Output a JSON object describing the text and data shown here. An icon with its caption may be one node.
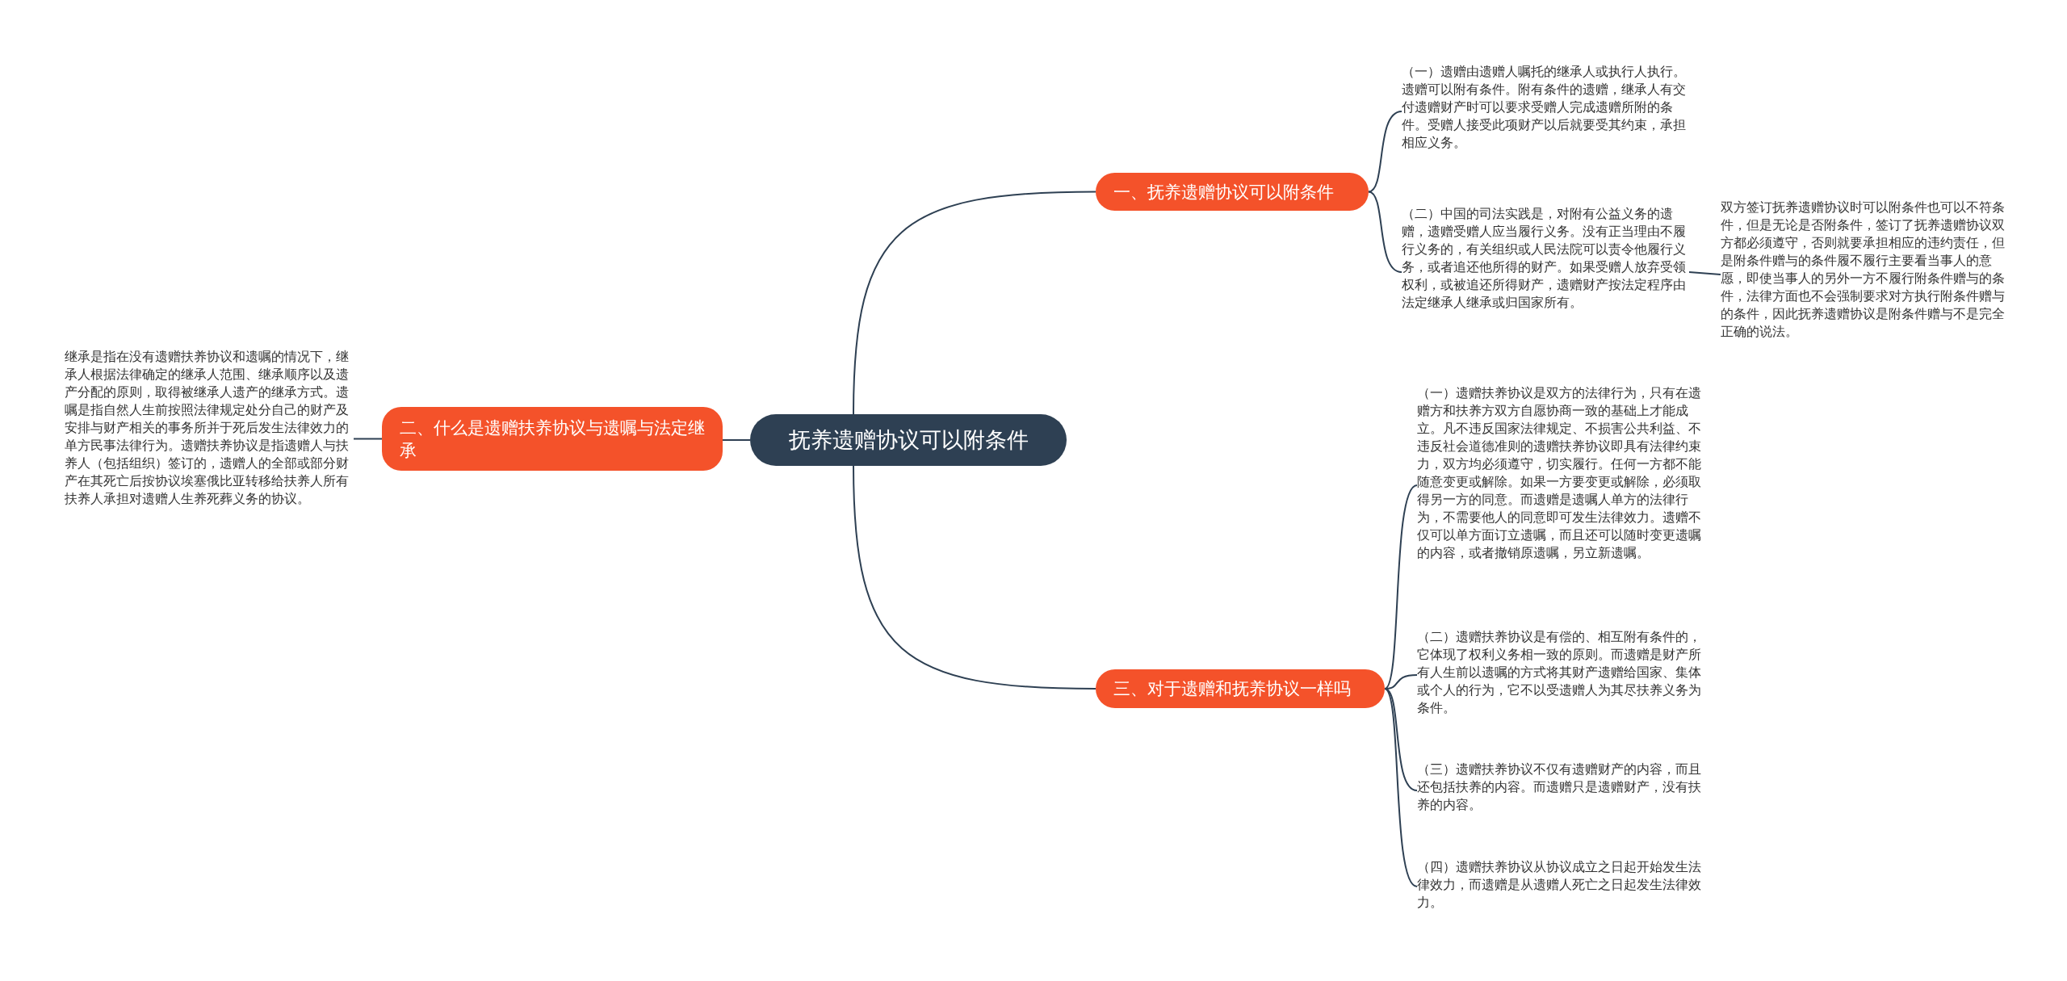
{
  "diagram": {
    "nodes": [
      {
        "text": [
          "抚养遗赠协议可以附条件"
        ]
      },
      {
        "text": [
          "一、抚养遗赠协议可以附条件"
        ]
      },
      {
        "text": [
          "二、什么是遗赠扶养协议与遗嘱与法定继承"
        ]
      },
      {
        "text": [
          "三、对于遗赠和抚养协议一样吗"
        ]
      },
      {
        "text": [
          "（一）遗赠由遗赠人嘱托的继承人或执行人执行。遗赠可以附有条件。附有条件的遗赠，继承人有交付遗赠财产时可以要求受赠人完成遗赠所附的条件。受赠人接受此项财产以后就要受其约束，承担相应义务。"
        ]
      },
      {
        "text": [
          "（二）中国的司法实践是，对附有公益义务的遗赠，遗赠受赠人应当履行义务。没有正当理由不履行义务的，有关组织或人民法院可以责令他履行义务，或者追还他所得的财产。如果受赠人放弃受领权利，或被追还所得财产，遗赠财产按法定程序由法定继承人继承或归国家所有。"
        ]
      },
      {
        "text": [
          "双方签订抚养遗赠协议时可以附条件也可以不符条件，但是无论是否附条件，签订了抚养遗赠协议双方都必须遵守，否则就要承担相应的违约责任，但是附条件赠与的条件履不履行主要看当事人的意愿，即使当事人的另外一方不履行附条件赠与的条件，法律方面也不会强制要求对方执行附条件赠与的条件，因此抚养遗赠协议是附条件赠与不是完全正确的说法。"
        ]
      },
      {
        "text": [
          "继承是指在没有遗赠扶养协议和遗嘱的情况下，继承人根据法律确定的继承人范围、继承顺序以及遗产分配的原则，取得被继承人遗产的继承方式。遗嘱是指自然人生前按照法律规定处分自己的财产及安排与财产相关的事务所并于死后发生法律效力的单方民事法律行为。遗赠扶养协议是指遗赠人与扶养人（包括组织）签订的，遗赠人的全部或部分财产在其死亡后按协议埃塞俄比亚转移给扶养人所有扶养人承担对遗赠人生养死葬义务的协议。"
        ]
      },
      {
        "text": [
          "（一）遗赠扶养协议是双方的法律行为，只有在遗赠方和扶养方双方自愿协商一致的基础上才能成立。凡不违反国家法律规定、不损害公共利益、不违反社会道德准则的遗赠扶养协议即具有法律约束力，双方均必须遵守，切实履行。任何一方都不能随意变更或解除。如果一方要变更或解除，必须取得另一方的同意。而遗赠是遗嘱人单方的法律行为，不需要他人的同意即可发生法律效力。遗赠不仅可以单方面订立遗嘱，而且还可以随时变更遗嘱的内容，或者撤销原遗嘱，另立新遗嘱。"
        ]
      },
      {
        "text": [
          "（二）遗赠扶养协议是有偿的、相互附有条件的，它体现了权利义务相一致的原则。而遗赠是财产所有人生前以遗嘱的方式将其财产遗赠给国家、集体或个人的行为，它不以受遗赠人为其尽扶养义务为条件。"
        ]
      },
      {
        "text": [
          "（三）遗赠扶养协议不仅有遗赠财产的内容，而且还包括扶养的内容。而遗赠只是遗赠财产，没有扶养的内容。"
        ]
      },
      {
        "text": [
          "（四）遗赠扶养协议从协议成立之日起开始发生法律效力，而遗赠是从遗赠人死亡之日起发生法律效力。"
        ]
      }
    ],
    "edges": [
      {
        "from": 0,
        "to": 1,
        "arrow": "none"
      },
      {
        "from": 0,
        "to": 2,
        "arrow": "none"
      },
      {
        "from": 0,
        "to": 3,
        "arrow": "none"
      },
      {
        "from": 1,
        "to": 4,
        "arrow": "none"
      },
      {
        "from": 1,
        "to": 5,
        "arrow": "none"
      },
      {
        "from": 5,
        "to": 6,
        "arrow": "none"
      },
      {
        "from": 2,
        "to": 7,
        "arrow": "none"
      },
      {
        "from": 3,
        "to": 8,
        "arrow": "none"
      },
      {
        "from": 3,
        "to": 9,
        "arrow": "none"
      },
      {
        "from": 3,
        "to": 10,
        "arrow": "none"
      },
      {
        "from": 3,
        "to": 11,
        "arrow": "none"
      }
    ]
  }
}
